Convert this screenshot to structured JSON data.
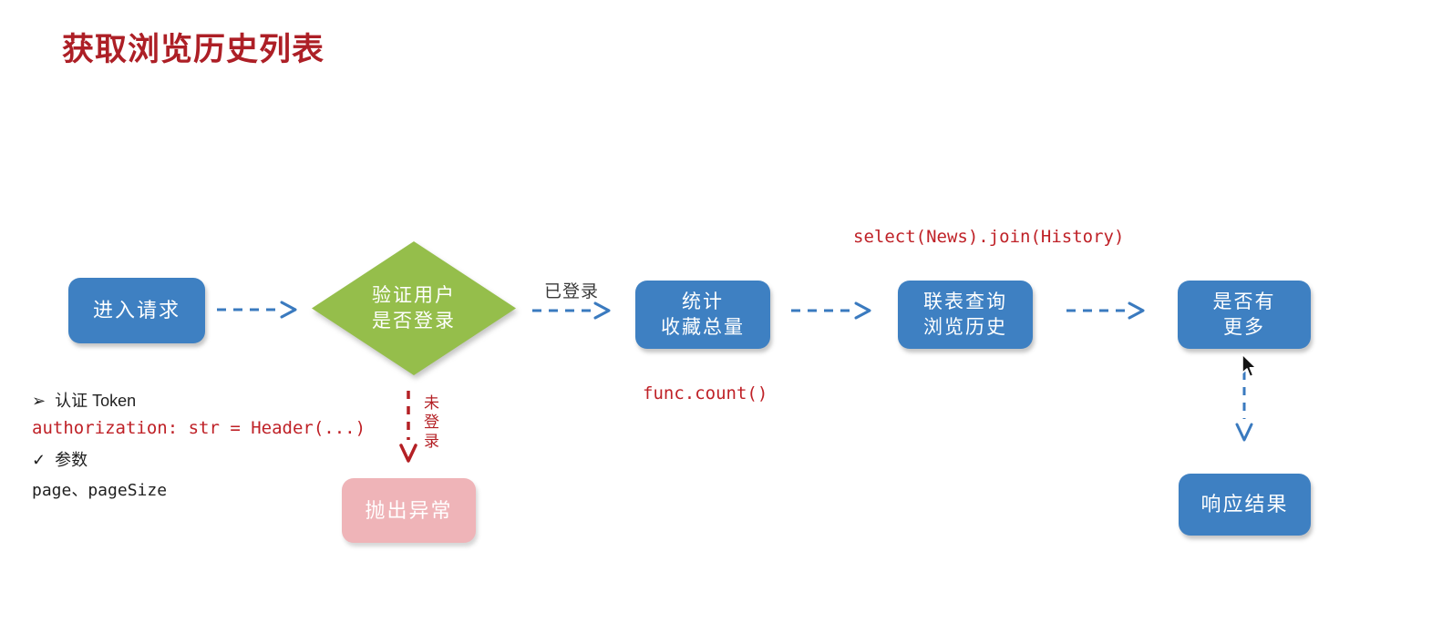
{
  "title": "获取浏览历史列表",
  "flow": {
    "nodes": {
      "enter": {
        "label": "进入请求"
      },
      "verify": {
        "line1": "验证用户",
        "line2": "是否登录"
      },
      "count": {
        "line1": "统计",
        "line2": "收藏总量"
      },
      "join": {
        "line1": "联表查询",
        "line2": "浏览历史"
      },
      "more": {
        "line1": "是否有",
        "line2": "更多"
      },
      "respond": {
        "label": "响应结果"
      },
      "exception": {
        "label": "抛出异常"
      }
    },
    "edge_labels": {
      "logged_in": "已登录",
      "not_logged_in": "未登录"
    }
  },
  "annotations": {
    "auth_bullet": "➢",
    "auth_title": "认证 Token",
    "auth_code": "authorization: str = Header(...)",
    "param_bullet": "✓",
    "param_title": "参数",
    "param_code": "page、pageSize",
    "count_code": "func.count()",
    "join_code": "select(News).join(History)"
  },
  "colors": {
    "title_red": "#ad1f26",
    "code_red": "#bf2127",
    "node_blue": "#3e80c2",
    "diamond_green": "#95be4b",
    "exception_pink": "#efb4b8",
    "arrow_blue": "#3a7abf",
    "arrow_red": "#b42025",
    "text_dark": "#3a3a3a"
  }
}
